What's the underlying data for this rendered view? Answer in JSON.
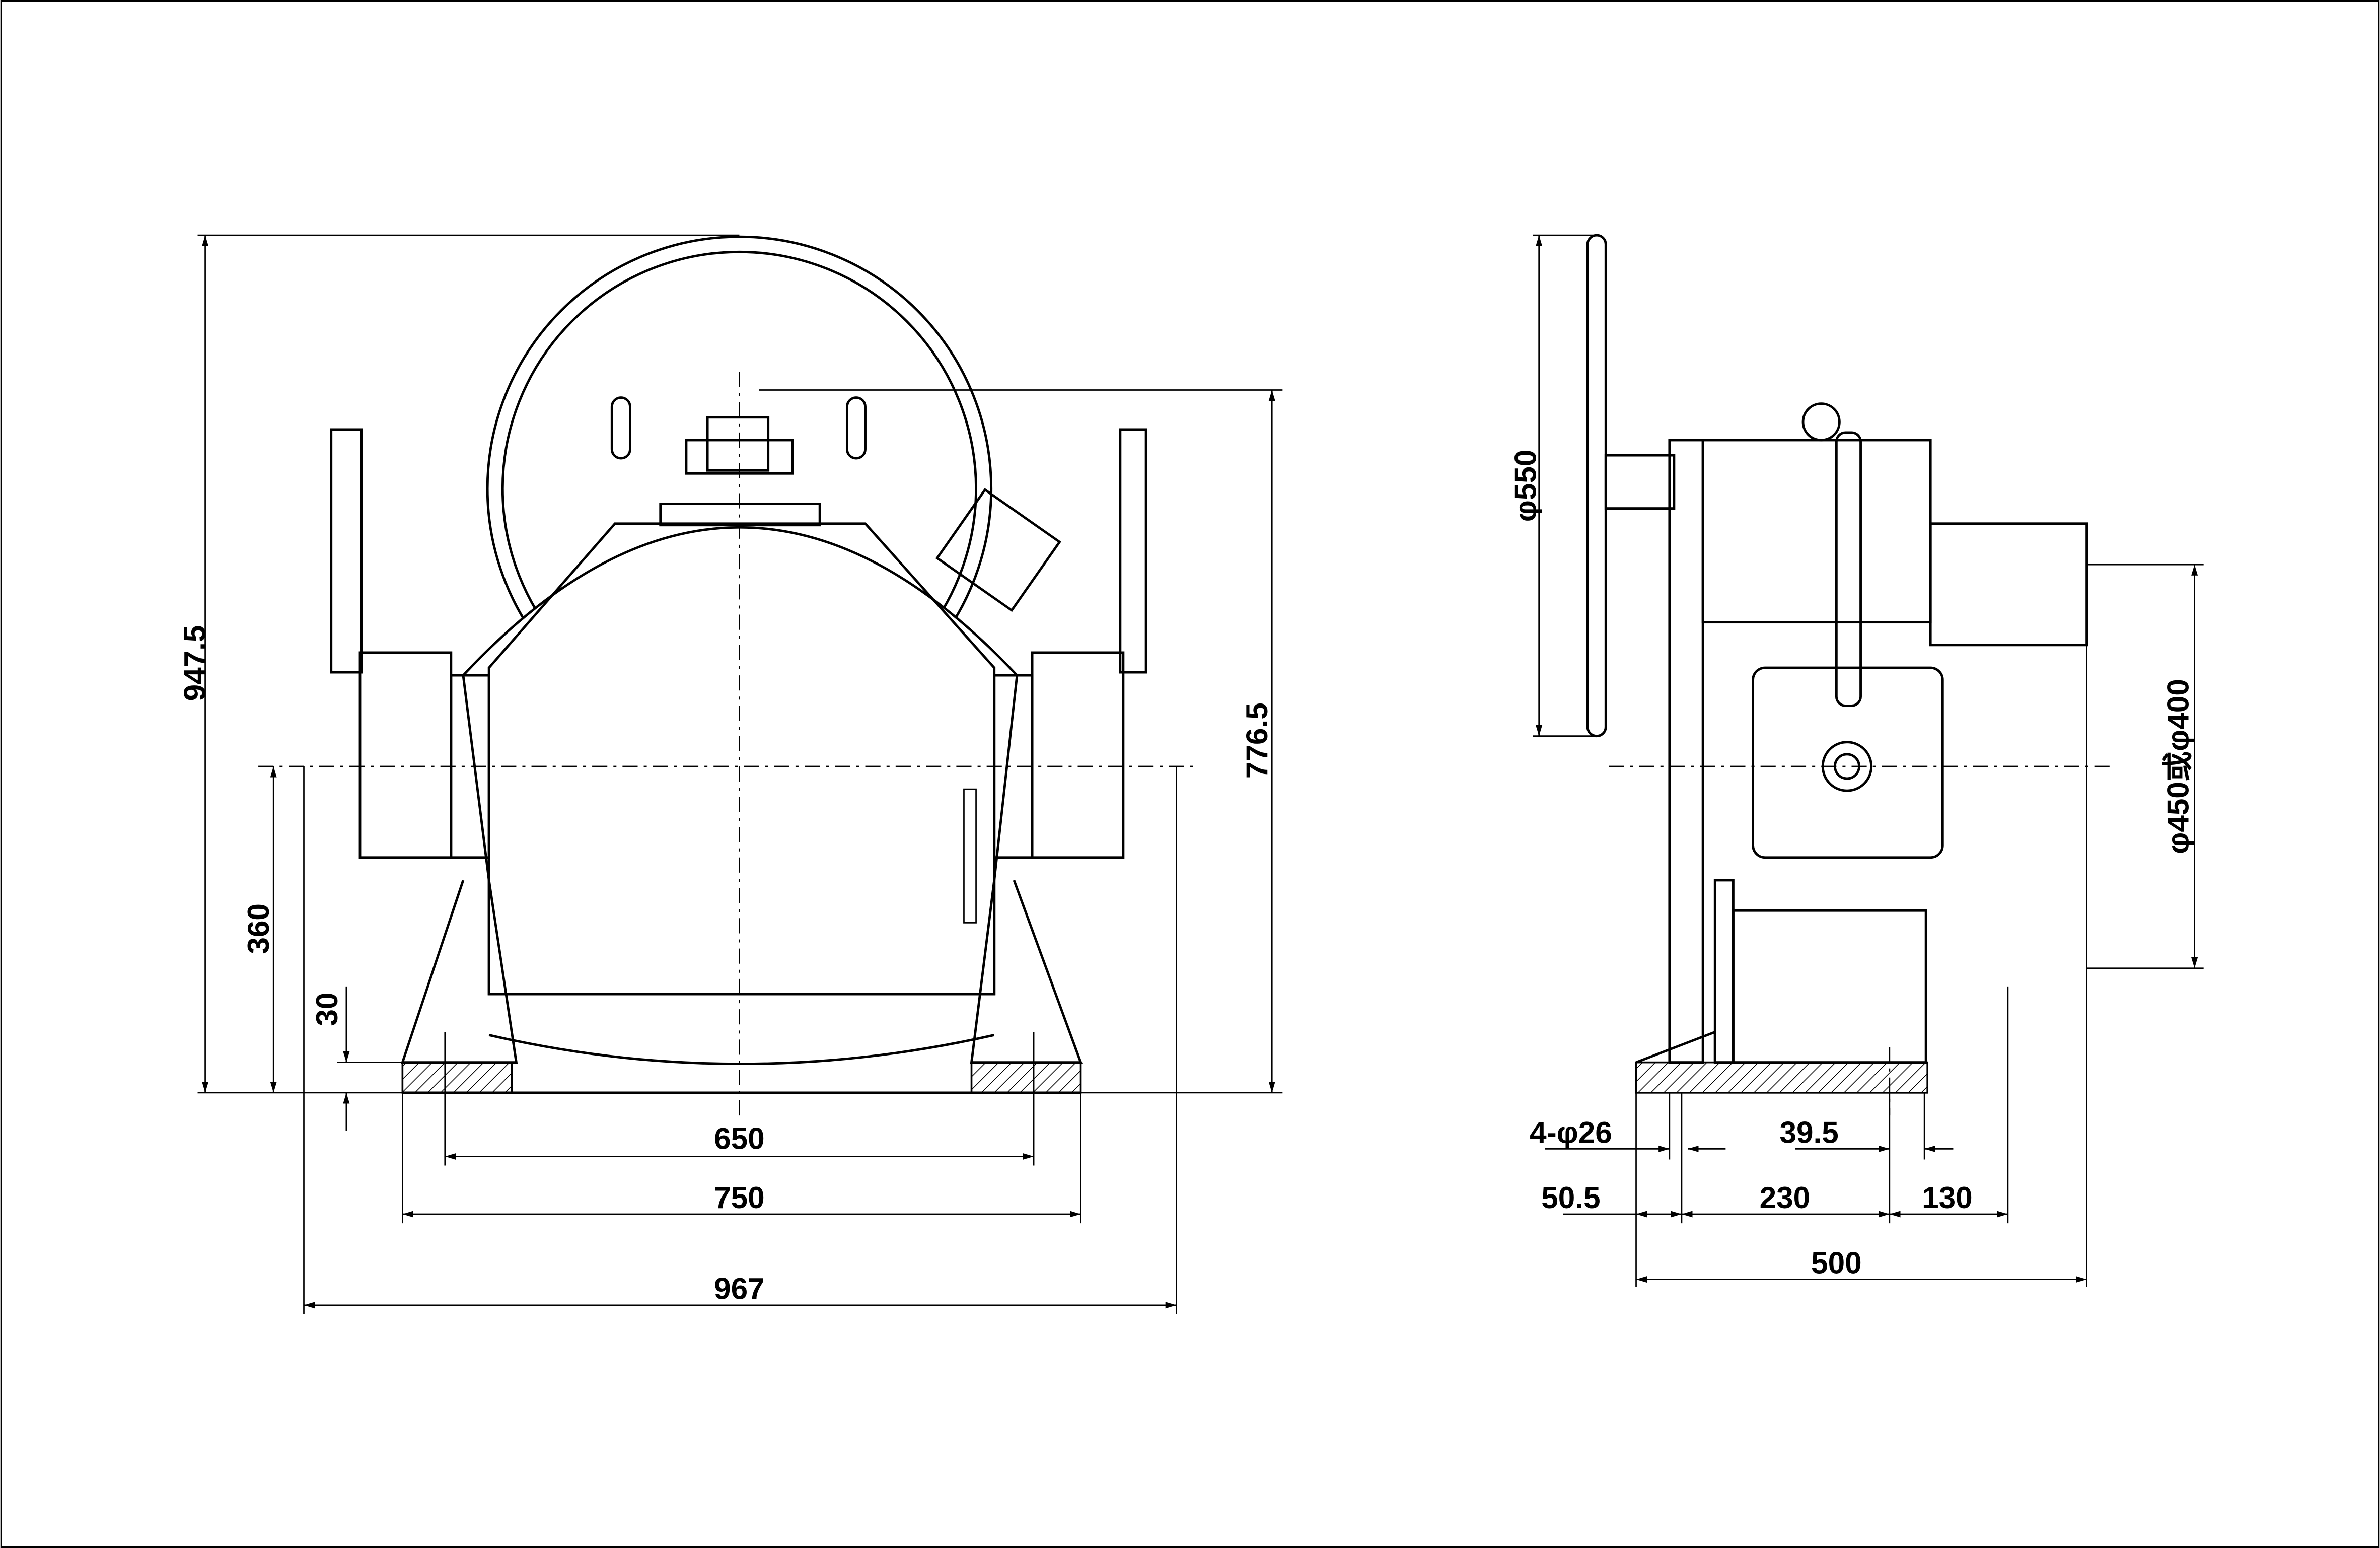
{
  "drawing": {
    "front_view": {
      "dimensions": {
        "overall_height": "947.5",
        "height_to_top": "776.5",
        "axis_height": "360",
        "base_thickness": "30",
        "bolt_spacing": "650",
        "base_width": "750",
        "overall_width": "967"
      }
    },
    "side_view": {
      "dimensions": {
        "handwheel_diameter": "φ550",
        "drum_diameter": "φ450或φ400",
        "holes": "4-φ26",
        "hole_offset": "39.5",
        "edge_offset": "50.5",
        "hole_spacing": "230",
        "drum_offset": "130",
        "overall_depth": "500"
      }
    }
  }
}
